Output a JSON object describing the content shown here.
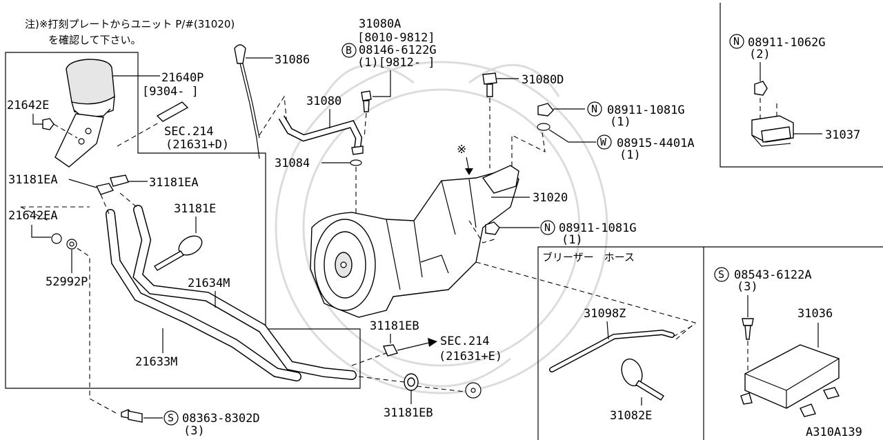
{
  "note": {
    "line1": "注)※打刻プレートからユニット P/#(31020)",
    "line2": "を確認して下さい。"
  },
  "parts": {
    "p31080A": "31080A",
    "p31080A_range": "[8010-9812]",
    "p08146": "08146-6122G",
    "p08146_qty": "(1)[9812-    ]",
    "p31086": "31086",
    "p31080": "31080",
    "p31080D": "31080D",
    "p31084": "31084",
    "p21640P": "21640P",
    "p21640P_range": "[9304-     ]",
    "p21642E": "21642E",
    "sec214a": "SEC.214",
    "sec214a_ref": "(21631+D)",
    "p31181EA_1": "31181EA",
    "p31181EA_2": "31181EA",
    "p21642EA": "21642EA",
    "p31181E": "31181E",
    "p52992P": "52992P",
    "p21634M": "21634M",
    "p21633M": "21633M",
    "p31181EB_1": "31181EB",
    "p31181EB_2": "31181EB",
    "sec214b": "SEC.214",
    "sec214b_ref": "(21631+E)",
    "p08363": "08363-8302D",
    "p08363_qty": "(3)",
    "p08911_1081G_a": "08911-1081G",
    "p08911_1081G_a_qty": "(1)",
    "p08915": "08915-4401A",
    "p08915_qty": "(1)",
    "p31020": "31020",
    "p08911_1081G_b": "08911-1081G",
    "p08911_1081G_b_qty": "(1)",
    "star": "※",
    "p08911_1062G": "08911-1062G",
    "p08911_1062G_qty": "(2)",
    "p31037": "31037",
    "breather_title": "ブリーザー　ホース",
    "p31098Z": "31098Z",
    "p31082E": "31082E",
    "p08543": "08543-6122A",
    "p08543_qty": "(3)",
    "p31036": "31036",
    "diagram_id": "A310A139"
  },
  "markers": {
    "B": "B",
    "N": "N",
    "W": "W",
    "S": "S"
  },
  "colors": {
    "line": "#000000",
    "background": "#ffffff",
    "watermark": "#dcdcdc"
  }
}
